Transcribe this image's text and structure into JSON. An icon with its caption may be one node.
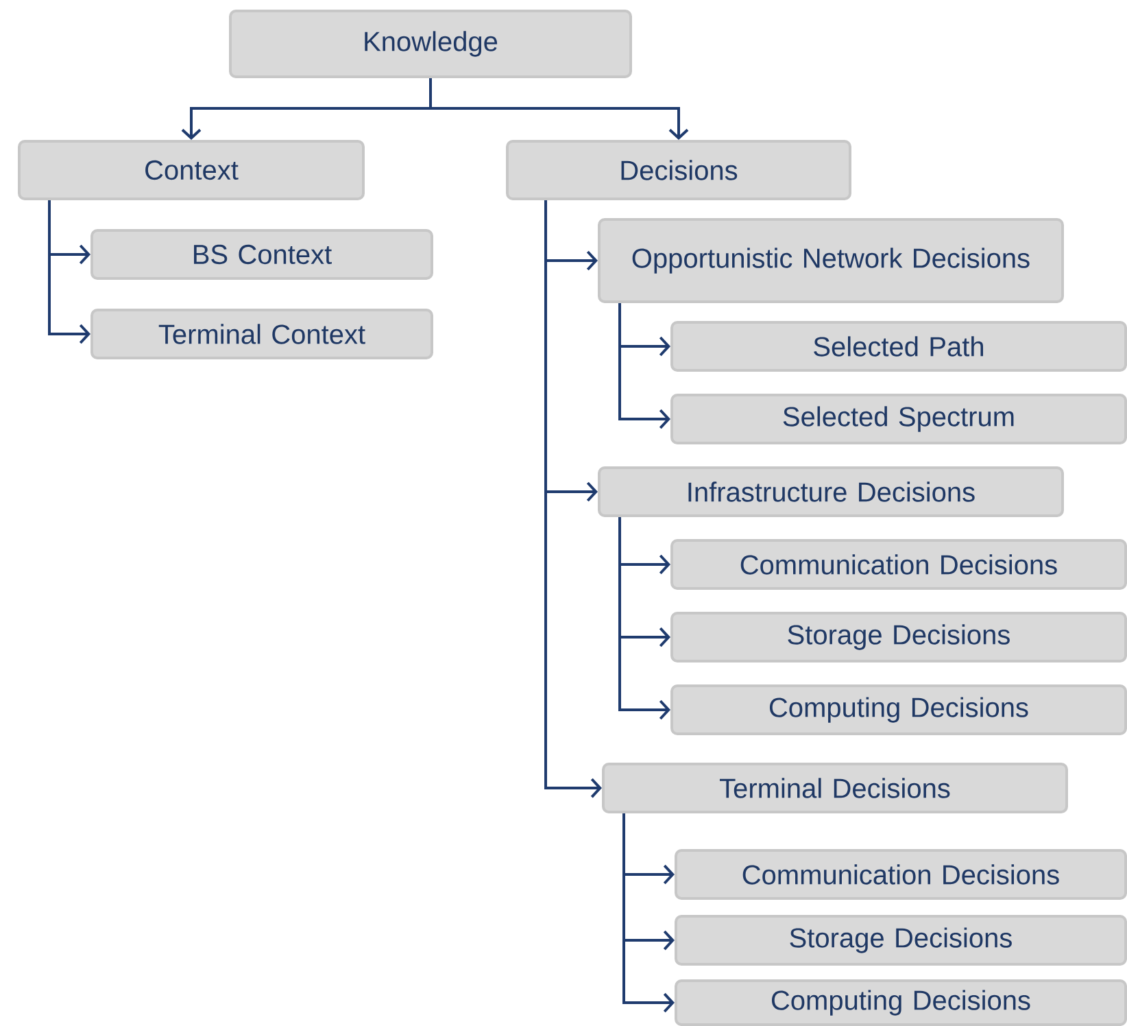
{
  "diagram": {
    "nodes": [
      {
        "text": [
          "Knowledge"
        ]
      },
      {
        "text": [
          "Context"
        ]
      },
      {
        "text": [
          "Decisions"
        ]
      },
      {
        "text": [
          "BS Context"
        ]
      },
      {
        "text": [
          "Terminal Context"
        ]
      },
      {
        "text": [
          "Opportunistic Network Decisions"
        ]
      },
      {
        "text": [
          "Selected Path"
        ]
      },
      {
        "text": [
          "Selected Spectrum"
        ]
      },
      {
        "text": [
          "Infrastructure Decisions"
        ]
      },
      {
        "text": [
          "Communication Decisions"
        ]
      },
      {
        "text": [
          "Storage Decisions"
        ]
      },
      {
        "text": [
          "Computing Decisions"
        ]
      },
      {
        "text": [
          "Terminal Decisions"
        ]
      },
      {
        "text": [
          "Communication Decisions"
        ]
      },
      {
        "text": [
          "Storage Decisions"
        ]
      },
      {
        "text": [
          "Computing Decisions"
        ]
      }
    ],
    "edges": [
      {
        "from": 0,
        "to": 1,
        "arrow": "to"
      },
      {
        "from": 0,
        "to": 2,
        "arrow": "to"
      },
      {
        "from": 1,
        "to": 3,
        "arrow": "to"
      },
      {
        "from": 1,
        "to": 4,
        "arrow": "to"
      },
      {
        "from": 2,
        "to": 5,
        "arrow": "to"
      },
      {
        "from": 5,
        "to": 6,
        "arrow": "to"
      },
      {
        "from": 5,
        "to": 7,
        "arrow": "to"
      },
      {
        "from": 2,
        "to": 8,
        "arrow": "to"
      },
      {
        "from": 8,
        "to": 9,
        "arrow": "to"
      },
      {
        "from": 8,
        "to": 10,
        "arrow": "to"
      },
      {
        "from": 8,
        "to": 11,
        "arrow": "to"
      },
      {
        "from": 2,
        "to": 12,
        "arrow": "to"
      },
      {
        "from": 12,
        "to": 13,
        "arrow": "to"
      },
      {
        "from": 12,
        "to": 14,
        "arrow": "to"
      },
      {
        "from": 12,
        "to": 15,
        "arrow": "to"
      }
    ]
  }
}
